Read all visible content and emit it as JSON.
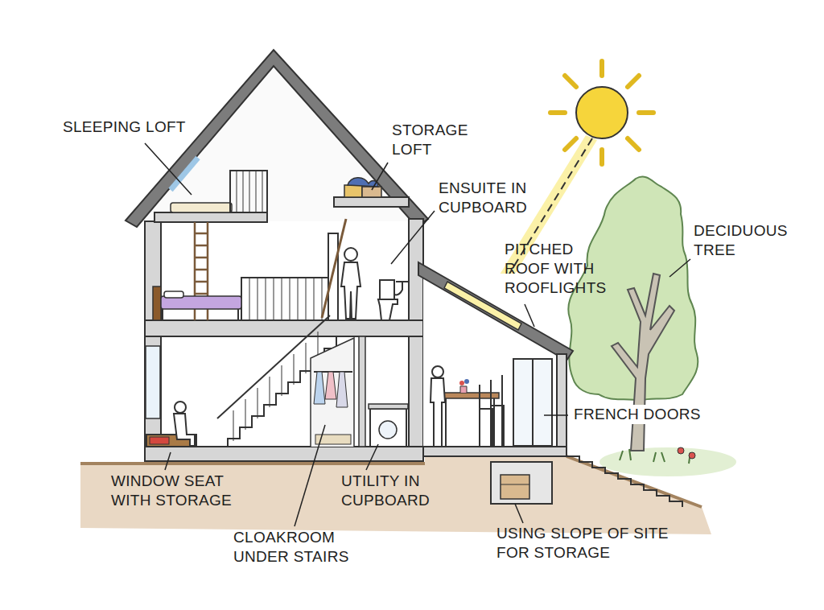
{
  "diagram": {
    "labels": [
      "SLEEPING LOFT",
      "STORAGE LOFT",
      "ENSUITE IN CUPBOARD",
      "PITCHED ROOF WITH ROOFLIGHTS",
      "DECIDUOUS TREE",
      "FRENCH DOORS",
      "WINDOW SEAT WITH STORAGE",
      "UTILITY IN CUPBOARD",
      "CLOAKROOM UNDER STAIRS",
      "USING SLOPE OF SITE FOR STORAGE"
    ]
  }
}
